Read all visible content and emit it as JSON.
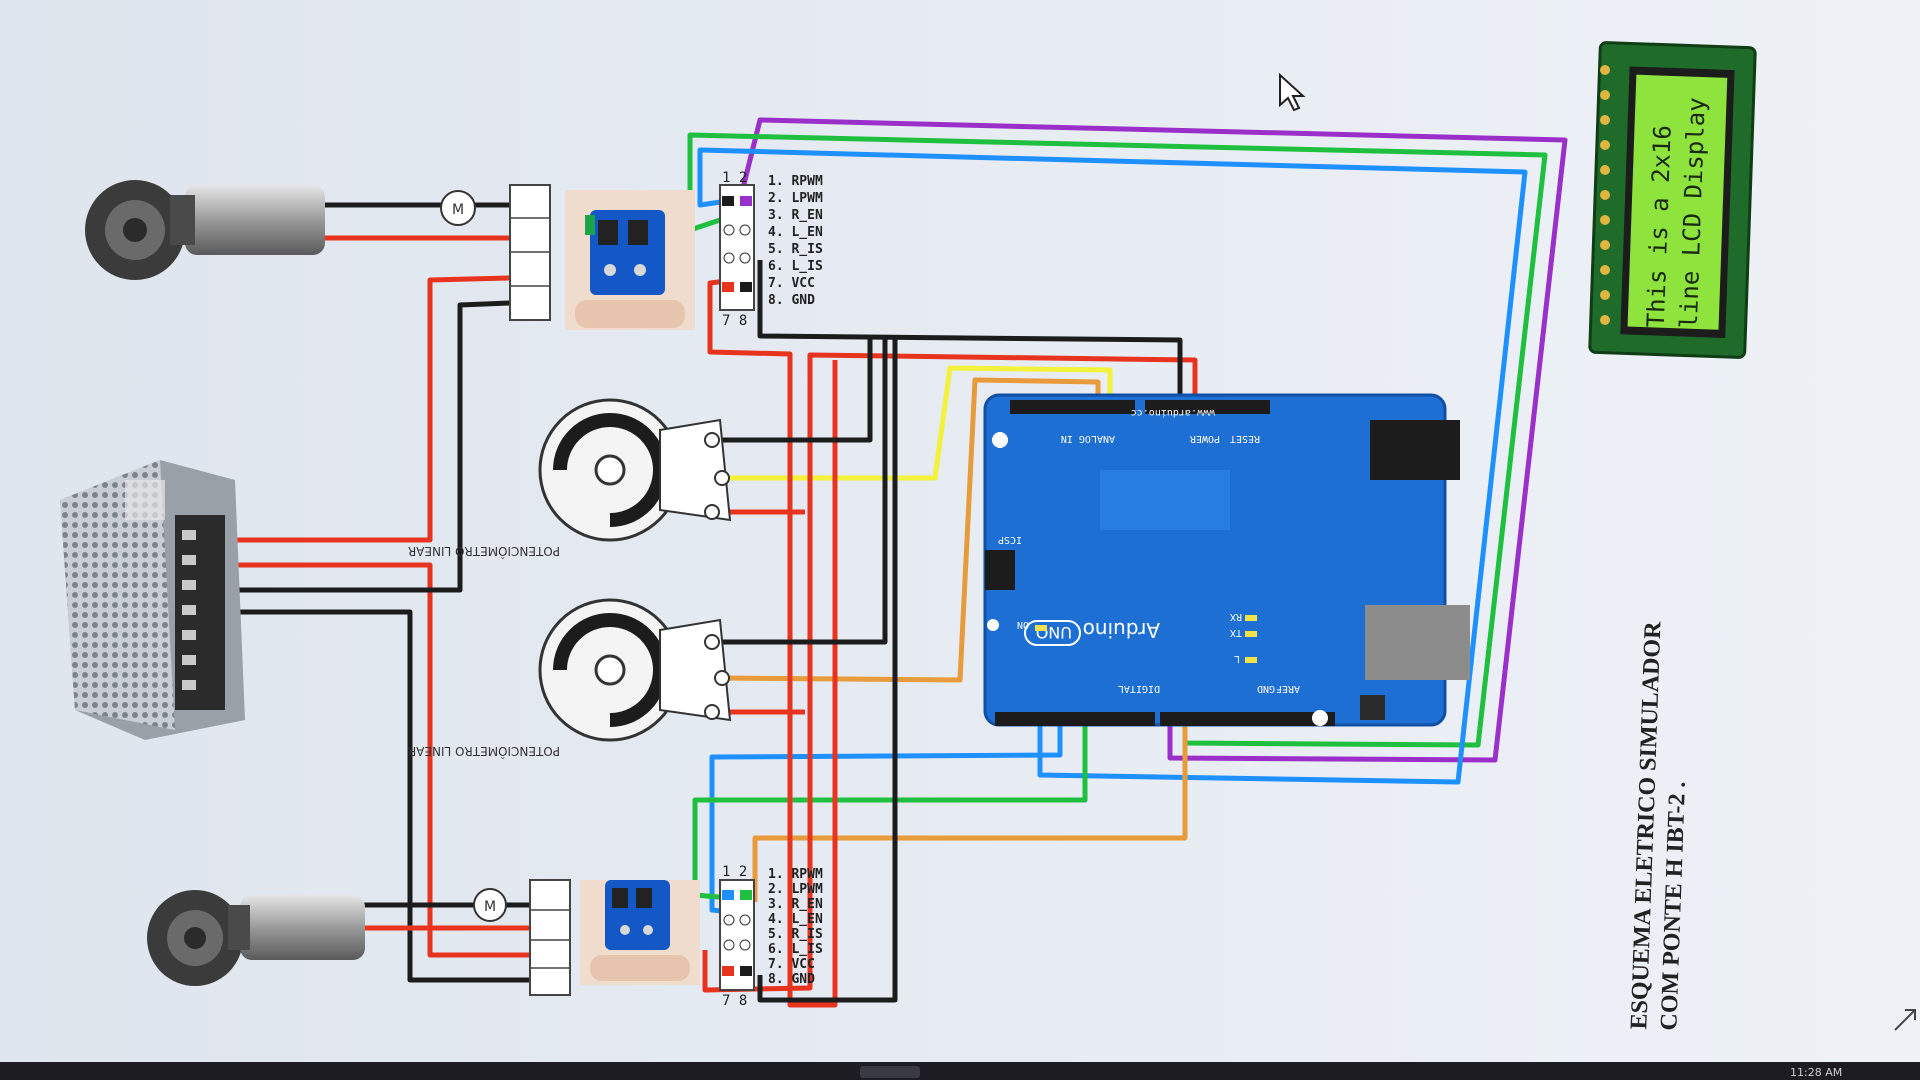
{
  "diagram": {
    "title_line1": "ESQUEMA ELETRICO SIMULADOR",
    "title_line2": "COM PONTE H IBT-2 .",
    "lcd": {
      "line1": "This is a 2x16",
      "line2": "line LCD Display"
    },
    "driver_pins": {
      "header": "1 2",
      "footer": "7 8",
      "labels": [
        "1. RPWM",
        "2. LPWM",
        "3. R_EN",
        "4. L_EN",
        "5. R_IS",
        "6. L_IS",
        "7. VCC",
        "8. GND"
      ]
    },
    "potentiometer_label": "POTENCIÔMETRO LINEAR",
    "arduino": {
      "brand": "Arduino",
      "model": "UNO",
      "site": "www.arduino.cc",
      "analog_label": "ANALOG IN",
      "power_label": "POWER",
      "digital_label": "DIGITAL",
      "icsp_label": "ICSP",
      "on_label": "ON",
      "aref_label": "AREF",
      "gnd_label": "GND",
      "reset_label": "RESET",
      "rx_label": "RX",
      "tx_label": "TX",
      "l_label": "L"
    },
    "wire_colors": {
      "red": "#e8341f",
      "black": "#1c1c1c",
      "green": "#1fbf3f",
      "blue": "#1e90ff",
      "purple": "#9b2fc9",
      "yellow": "#f2f23a",
      "orange": "#e89b3a"
    },
    "taskbar_time": "11:28 AM"
  }
}
